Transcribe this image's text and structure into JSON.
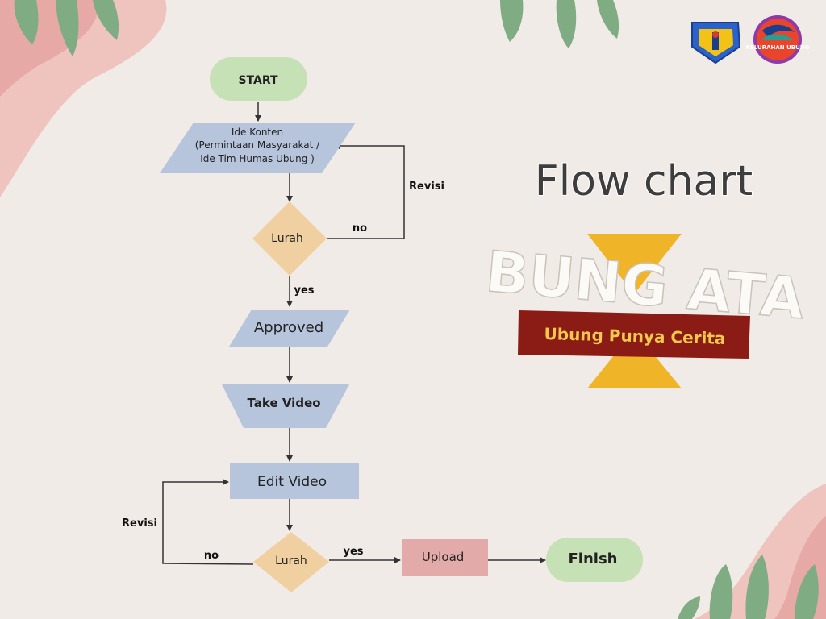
{
  "title": "Flow chart",
  "logo": {
    "main_word": "BUNG ATA",
    "tagline": "Ubung Punya Cerita"
  },
  "emblems": {
    "right_text": "KELURAHAN UBUNG"
  },
  "colors": {
    "background": "#f0ebe6",
    "start_green": "#c5e1b5",
    "process_blue": "#b6c4dc",
    "decision_orange": "#f0cfa1",
    "upload_pink": "#e2aaa8",
    "leaf_green": "#7fac82",
    "blob_pink": "#efc4bf",
    "logo_yellow": "#f0b429",
    "logo_red": "#8b1c15"
  },
  "nodes": {
    "start": "START",
    "ide_line1": "Ide Konten",
    "ide_line2": "(Permintaan Masyarakat /",
    "ide_line3": "Ide Tim Humas Ubung )",
    "lurah1": "Lurah",
    "approved": "Approved",
    "take_video": "Take Video",
    "edit_video": "Edit Video",
    "lurah2": "Lurah",
    "upload": "Upload",
    "finish": "Finish"
  },
  "edge_labels": {
    "revisi1": "Revisi",
    "no1": "no",
    "yes1": "yes",
    "revisi2": "Revisi",
    "no2": "no",
    "yes2": "yes"
  }
}
